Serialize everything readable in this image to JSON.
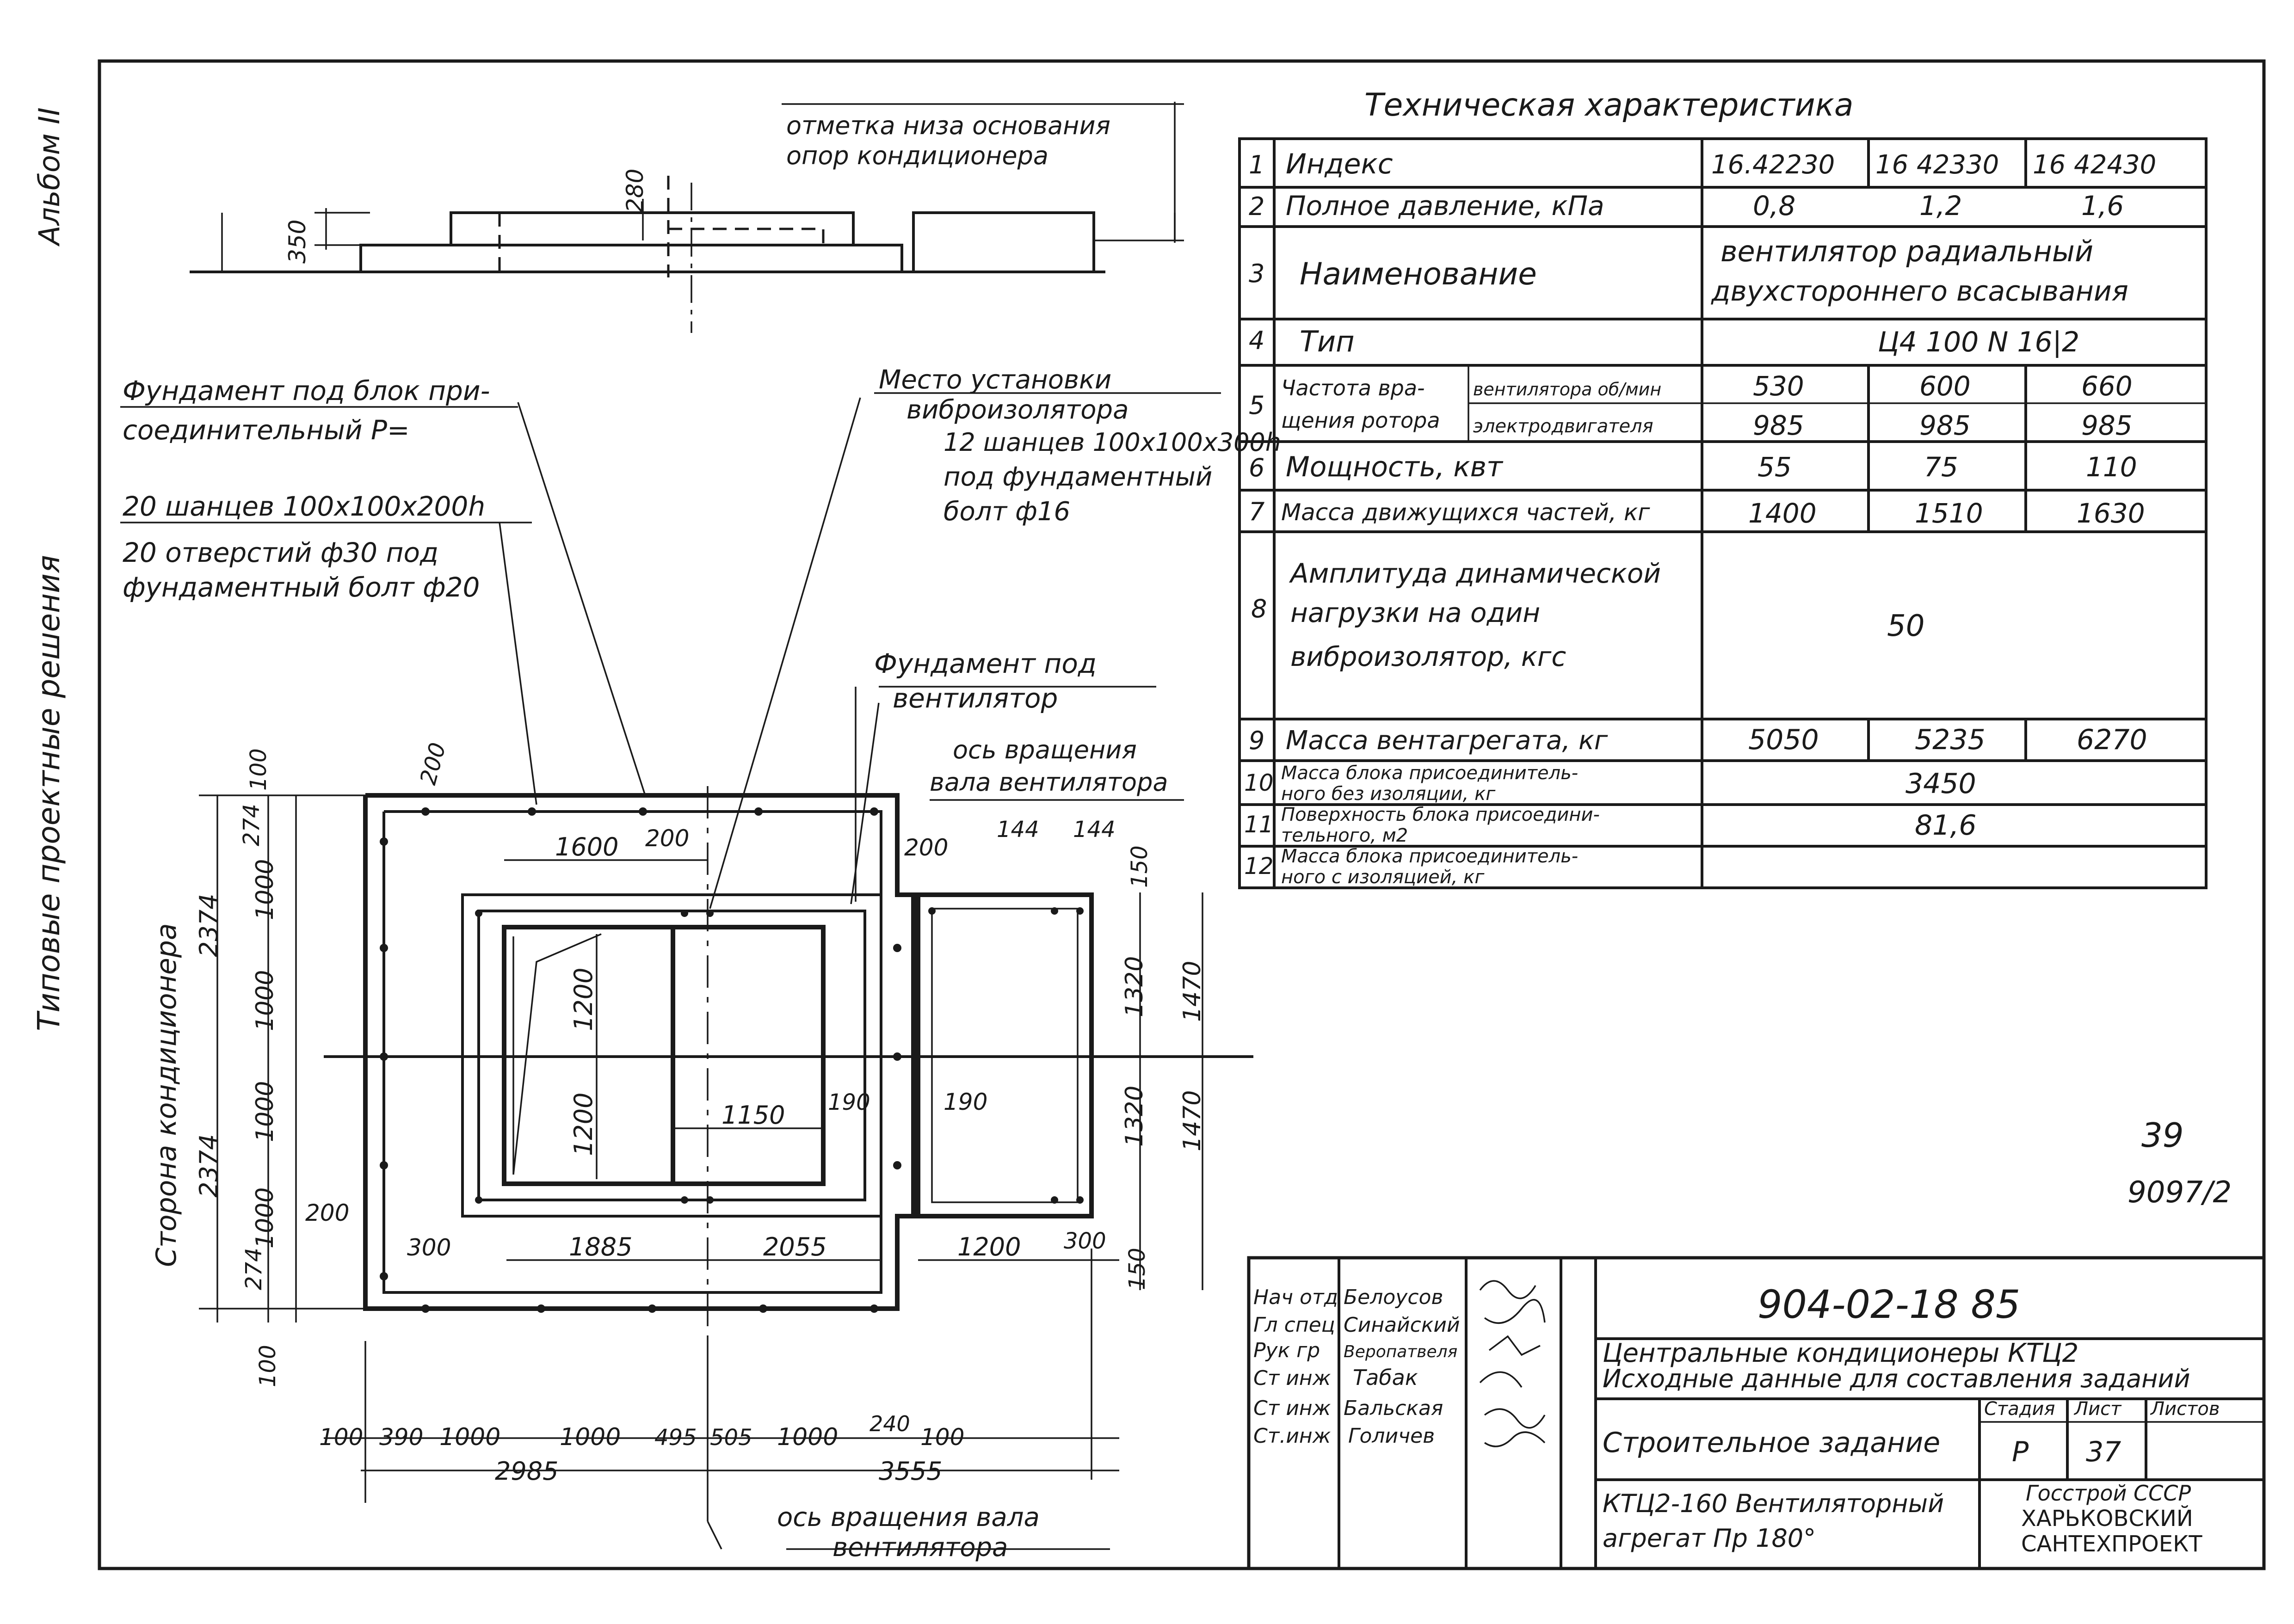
{
  "side_labels": {
    "album": "Альбом II",
    "series": "Типовые проектные решения"
  },
  "elevation": {
    "note_line1": "отметка низа основания",
    "note_line2": "опор кондиционера",
    "dim_280": "280",
    "dim_350": "350"
  },
  "callouts": {
    "foundation_block_line1": "Фундамент под блок при-",
    "foundation_block_line2": "соединительный Р=",
    "anchors_20": "20 шанцев 100х100х200h",
    "holes_line1": "20 отверстий ф30 под",
    "holes_line2": "фундаментный болт ф20",
    "vibro_line1": "Место установки",
    "vibro_line2": "виброизолятора",
    "vibro_line3": "12 шанцев 100х100х300h",
    "vibro_line4": "под фундаментный",
    "vibro_line5": "болт ф16",
    "fan_found_line1": "Фундамент под",
    "fan_found_line2": "вентилятор",
    "axis_top_line1": "ось вращения",
    "axis_top_line2": "вала вентилятора",
    "axis_bottom_line1": "ось вращения вала",
    "axis_bottom_line2": "вентилятора",
    "side_conditioner": "Сторона кондиционера"
  },
  "dims": {
    "d100a": "100",
    "d274a": "274",
    "d200a": "200",
    "d1600": "1600",
    "d200b": "200",
    "d200c": "200",
    "d144a": "144",
    "d144b": "144",
    "d150a": "150",
    "d1000a": "1000",
    "d2374a": "2374",
    "d1200a": "1200",
    "d1320a": "1320",
    "d1470a": "1470",
    "d1000b": "1000",
    "d1000c": "1000",
    "d1200b": "1200",
    "d1150": "1150",
    "d190a": "190",
    "d190b": "190",
    "d1320b": "1320",
    "d1470b": "1470",
    "d2374b": "2374",
    "d1000d": "1000",
    "d200d": "200",
    "d274b": "274",
    "d300a": "300",
    "d1885": "1885",
    "d2055": "2055",
    "d1200c": "1200",
    "d300b": "300",
    "d150b": "150",
    "d100b": "100",
    "b100a": "100",
    "b390": "390",
    "b1000a": "1000",
    "b1000b": "1000",
    "b495": "495",
    "b505": "505",
    "b1000c": "1000",
    "b240": "240",
    "b100b": "100",
    "b2985": "2985",
    "b3555": "3555"
  },
  "tech_table": {
    "title": "Техническая характеристика",
    "rows": [
      {
        "n": "1",
        "name": "Индекс",
        "v1": "16.42230",
        "v2": "16 42330",
        "v3": "16 42430"
      },
      {
        "n": "2",
        "name": "Полное давление, кПа",
        "v1": "0,8",
        "v2": "1,2",
        "v3": "1,6"
      },
      {
        "n": "3",
        "name": "Наименование",
        "span_line1": "вентилятор радиальный",
        "span_line2": "двухстороннего всасывания"
      },
      {
        "n": "4",
        "name": "Тип",
        "span": "Ц4 100 N 16|2"
      },
      {
        "n": "5",
        "name_line1": "Частота вра-",
        "name_line2": "щения ротора",
        "sub1": "вентилятора об/мин",
        "sub2": "электродвигателя",
        "v1a": "530",
        "v2a": "600",
        "v3a": "660",
        "v1b": "985",
        "v2b": "985",
        "v3b": "985"
      },
      {
        "n": "6",
        "name": "Мощность, квт",
        "v1": "55",
        "v2": "75",
        "v3": "110"
      },
      {
        "n": "7",
        "name": "Масса движущихся частей, кг",
        "v1": "1400",
        "v2": "1510",
        "v3": "1630"
      },
      {
        "n": "8",
        "name_line1": "Амплитуда динамической",
        "name_line2": "нагрузки на один",
        "name_line3": "виброизолятор, кгс",
        "span": "50"
      },
      {
        "n": "9",
        "name": "Масса вентагрегата, кг",
        "v1": "5050",
        "v2": "5235",
        "v3": "6270"
      },
      {
        "n": "10",
        "name_line1": "Масса блока присоединитель-",
        "name_line2": "ного без изоляции, кг",
        "span": "3450"
      },
      {
        "n": "11",
        "name_line1": "Поверхность блока присоедини-",
        "name_line2": "тельного, м2",
        "span": "81,6"
      },
      {
        "n": "12",
        "name_line1": "Масса блока присоединитель-",
        "name_line2": "ного с изоляцией, кг",
        "span": ""
      }
    ]
  },
  "marginal": {
    "page": "39",
    "code": "9097/2"
  },
  "title_block": {
    "doc_number": "904-02-18 85",
    "roles": [
      "Нач отд",
      "Гл спец",
      "Рук гр",
      "Ст инж",
      "Ст инж",
      "Ст.инж"
    ],
    "names": [
      "Белоусов",
      "Синайский",
      "Веропатвеля",
      "Табак",
      "Бальская",
      "Голичев"
    ],
    "title_line1": "Центральные кондиционеры КТЦ2",
    "title_line2": "Исходные данные для составления заданий",
    "section": "Строительное задание",
    "stage_label": "Стадия",
    "sheet_label": "Лист",
    "sheets_label": "Листов",
    "stage": "Р",
    "sheet": "37",
    "desc_line1": "КТЦ2-160 Вентиляторный",
    "desc_line2": "агрегат Пр 180°",
    "org_line1": "Госстрой СССР",
    "org_line2": "ХАРЬКОВСКИЙ",
    "org_line3": "САНТЕХПРОЕКТ"
  }
}
